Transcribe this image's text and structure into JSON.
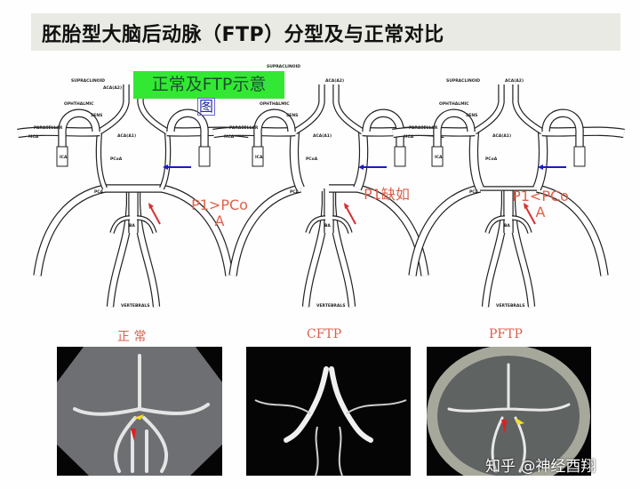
{
  "title": "胚胎型大脑后动脉（FTP）分型及与正常对比",
  "overlay_label": {
    "line1": "正常及FTP示意",
    "line2": "图"
  },
  "diagrams": [
    {
      "variant": "normal",
      "comparison": [
        "P1>PCo",
        "A"
      ]
    },
    {
      "variant": "complete",
      "comparison": [
        "P1缺如",
        ""
      ]
    },
    {
      "variant": "partial",
      "comparison": [
        "P1<PCo",
        "A"
      ]
    }
  ],
  "vessel_labels": [
    "SUPRACLINOID",
    "OPHTHALMIC",
    "SENS",
    "PARASELLAR",
    "MCA",
    "ICA",
    "ACA(A1)",
    "ACA(A2)",
    "PCoA",
    "PCA",
    "BA",
    "VERTEBRALS"
  ],
  "photos": [
    {
      "caption": "正  常"
    },
    {
      "caption": "CFTP"
    },
    {
      "caption": "PFTP"
    }
  ],
  "watermark": "知乎 @神经酉翔",
  "colors": {
    "arrow_blue": "#1a1acc",
    "arrow_red": "#d83030",
    "label_red": "#e0604a",
    "overlay_green": "#33e833",
    "title_bg": "#e9eae3"
  }
}
